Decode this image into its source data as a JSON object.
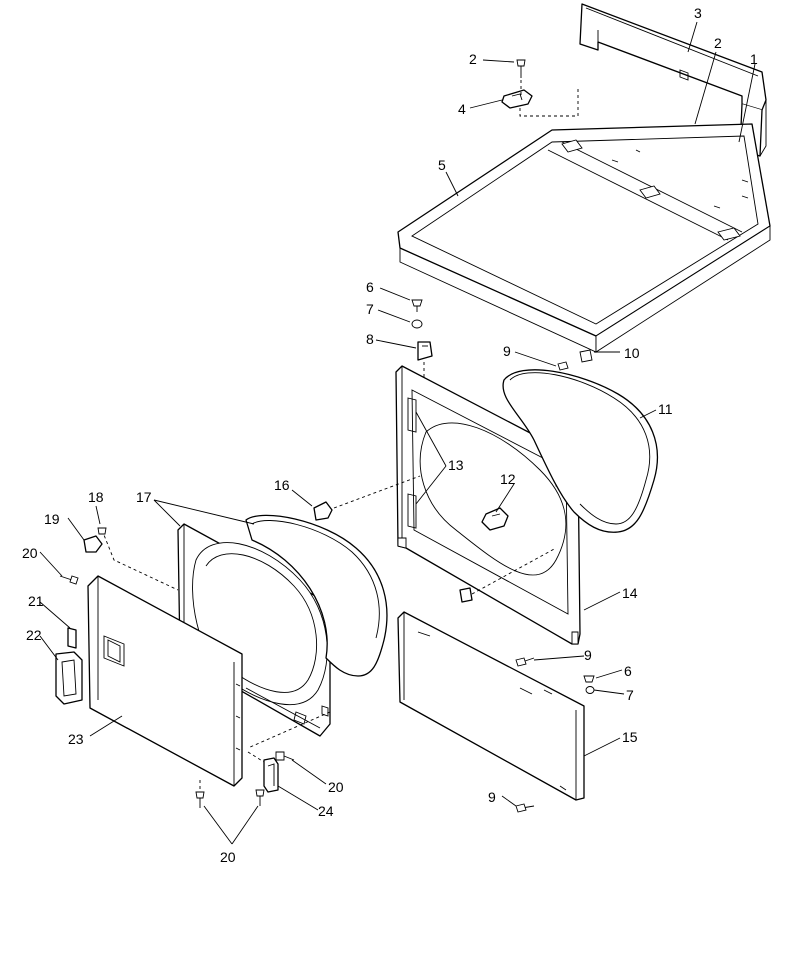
{
  "callouts": [
    {
      "id": "c1",
      "text": "1"
    },
    {
      "id": "c2a",
      "text": "2"
    },
    {
      "id": "c2b",
      "text": "2"
    },
    {
      "id": "c3",
      "text": "3"
    },
    {
      "id": "c4",
      "text": "4"
    },
    {
      "id": "c5",
      "text": "5"
    },
    {
      "id": "c6a",
      "text": "6"
    },
    {
      "id": "c6b",
      "text": "6"
    },
    {
      "id": "c7a",
      "text": "7"
    },
    {
      "id": "c7b",
      "text": "7"
    },
    {
      "id": "c8",
      "text": "8"
    },
    {
      "id": "c9a",
      "text": "9"
    },
    {
      "id": "c9b",
      "text": "9"
    },
    {
      "id": "c9c",
      "text": "9"
    },
    {
      "id": "c10",
      "text": "10"
    },
    {
      "id": "c11",
      "text": "11"
    },
    {
      "id": "c12",
      "text": "12"
    },
    {
      "id": "c13",
      "text": "13"
    },
    {
      "id": "c14",
      "text": "14"
    },
    {
      "id": "c15",
      "text": "15"
    },
    {
      "id": "c16",
      "text": "16"
    },
    {
      "id": "c17",
      "text": "17"
    },
    {
      "id": "c18",
      "text": "18"
    },
    {
      "id": "c19",
      "text": "19"
    },
    {
      "id": "c20a",
      "text": "20"
    },
    {
      "id": "c20b",
      "text": "20"
    },
    {
      "id": "c20c",
      "text": "20"
    },
    {
      "id": "c21",
      "text": "21"
    },
    {
      "id": "c22",
      "text": "22"
    },
    {
      "id": "c23",
      "text": "23"
    },
    {
      "id": "c24",
      "text": "24"
    }
  ]
}
